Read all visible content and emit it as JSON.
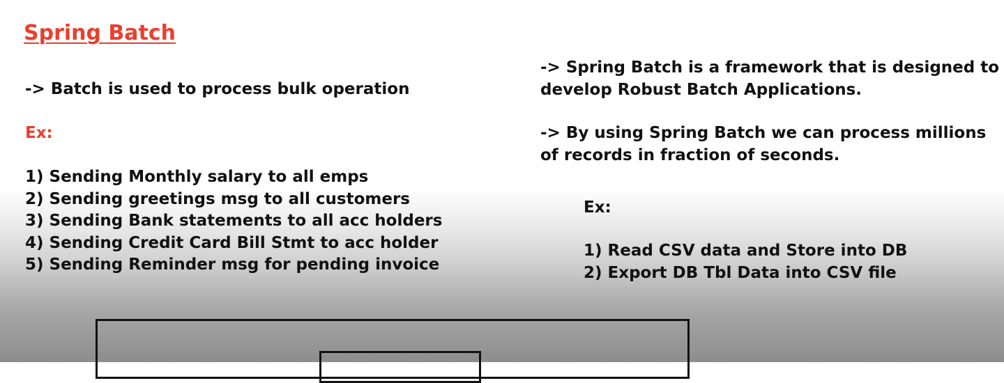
{
  "title": "Spring Batch",
  "left": {
    "intro": "-> Batch is used to process bulk operation",
    "ex_label": "Ex:",
    "examples": [
      "1) Sending Monthly salary to all emps",
      "2) Sending greetings msg to all customers",
      "3) Sending Bank statements to all acc holders",
      "4) Sending Credit Card Bill Stmt to acc holder",
      "5) Sending Reminder msg for pending invoice"
    ]
  },
  "right": {
    "paragraph1": [
      "-> Spring Batch is a framework that is designed to",
      "develop Robust Batch Applications."
    ],
    "paragraph2": [
      "-> By using Spring Batch we can process millions",
      "of records in fraction of seconds."
    ],
    "ex_label": "Ex:",
    "examples": [
      "1) Read CSV data and Store into DB",
      "2) Export DB Tbl Data into CSV file"
    ]
  },
  "colors": {
    "accent_red": "#e8402f",
    "text": "#111111"
  }
}
